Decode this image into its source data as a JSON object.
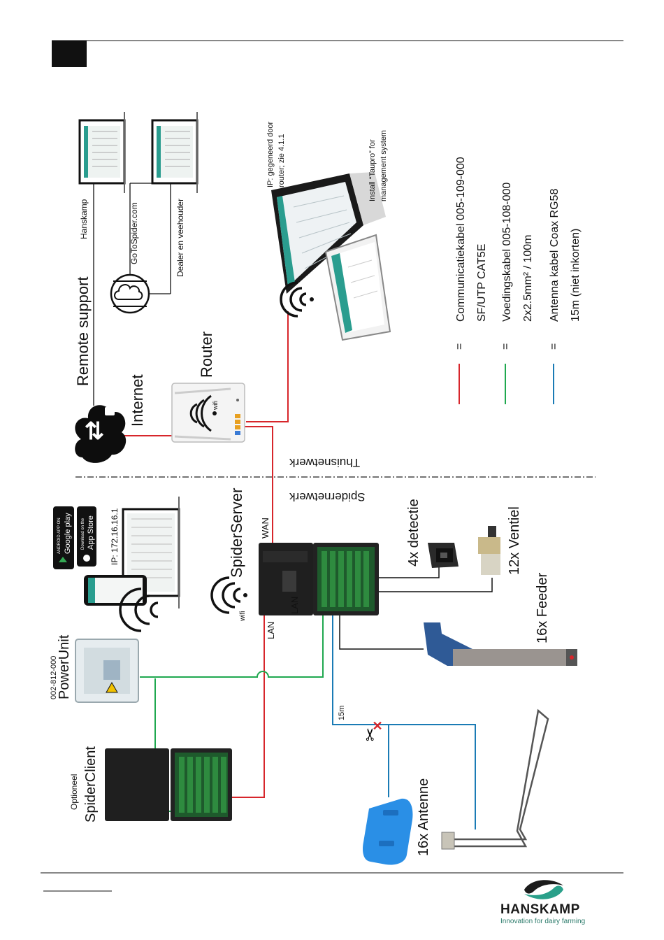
{
  "labels": {
    "remote_support": "Remote support",
    "internet": "Internet",
    "router": "Router",
    "wifi": "wifi",
    "hanskamp": "Hanskamp",
    "gotospider": "GoToSpider.com",
    "dealer": "Dealer en veehouder",
    "ip_pc_line1": "IP: gegeneerd door",
    "ip_pc_line2": "router; zie 4.1.1",
    "install_line1": "Install “Taupro” for",
    "install_line2": "management system",
    "thuisnetwerk": "Thuisnetwerk",
    "spidernetwerk": "Spidernetwerk",
    "spiderserver": "SpiderServer",
    "wan": "WAN",
    "lan1": "LAN",
    "lan2": "LAN",
    "ip_server": "IP: 172.16.16.1",
    "google_play_small": "ANDROID APP ON",
    "google_play": "Google play",
    "app_store_small": "Download on the",
    "app_store": "App Store",
    "detectie": "4x detectie",
    "ventiel": "12x Ventiel",
    "feeder": "16x Feeder",
    "powerunit_code": "002-812-000",
    "powerunit": "PowerUnit",
    "optioneel": "Optioneel",
    "spiderclient": "SpiderClient",
    "cable_15m": "15m",
    "antenne": "16x Antenne"
  },
  "legend": [
    {
      "color": "#d7262b",
      "eq": "=",
      "line1": "Communicatiekabel 005-109-000",
      "line2": "SF/UTP CAT5E"
    },
    {
      "color": "#1fa84f",
      "eq": "=",
      "line1": "Voedingskabel 005-108-000",
      "line2": "2x2.5mm² / 100m"
    },
    {
      "color": "#1a7bb5",
      "eq": "=",
      "line1": "Antenna kabel Coax RG58",
      "line2": "15m (niet inkorten)"
    }
  ],
  "brand": {
    "name": "HANSKAMP",
    "tagline": "Innovation for dairy farming"
  },
  "colors": {
    "communication": "#d7262b",
    "power": "#1fa84f",
    "antenna": "#1a7bb5",
    "feeder": "#2f5a96",
    "antenna_body": "#2a8fe6"
  }
}
